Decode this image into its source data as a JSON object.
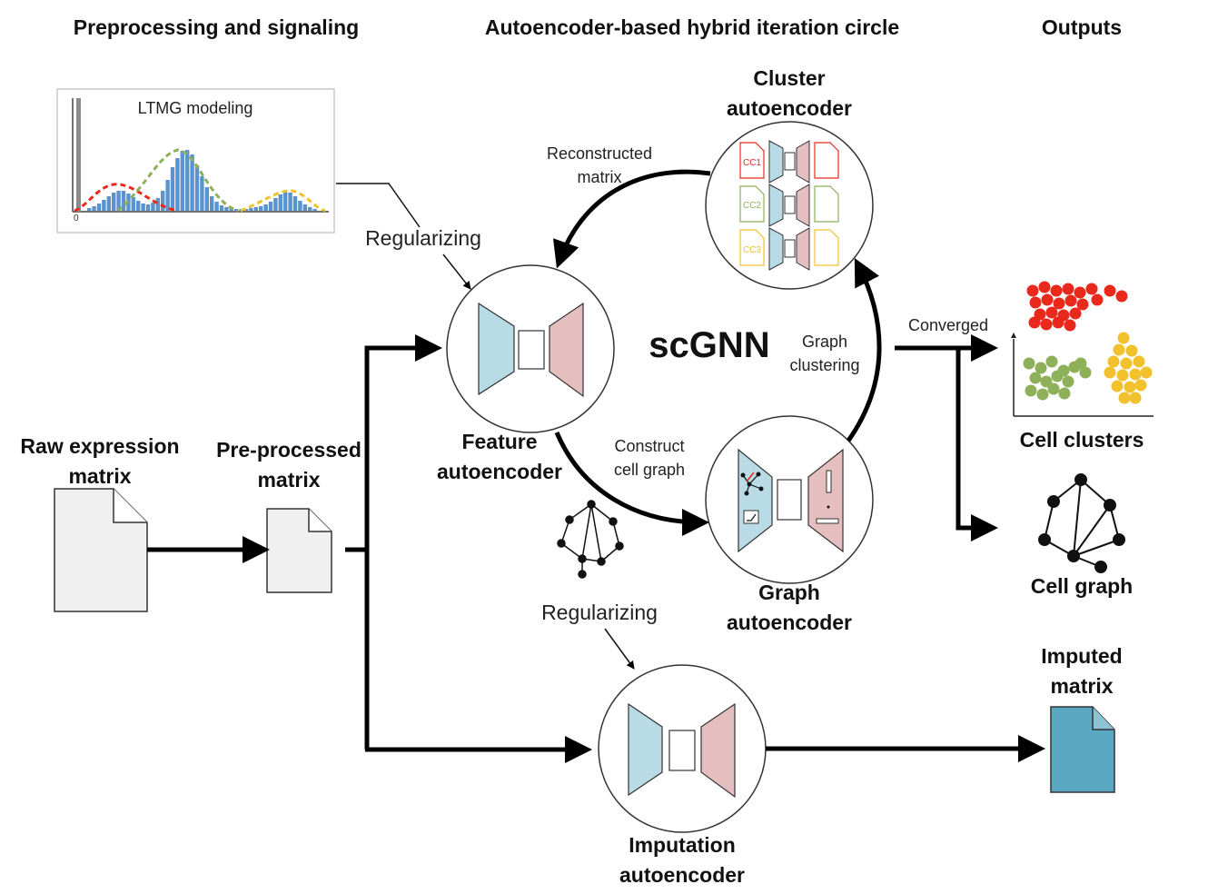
{
  "headers": {
    "preprocessing": "Preprocessing and signaling",
    "iteration": "Autoencoder-based hybrid iteration circle",
    "outputs": "Outputs"
  },
  "ltmg": {
    "title": "LTMG modeling",
    "zero": "0"
  },
  "inputs": {
    "raw": [
      "Raw expression",
      "matrix"
    ],
    "preprocessed": [
      "Pre-processed",
      "matrix"
    ]
  },
  "regularizing_top": "Regularizing",
  "regularizing_bottom": "Regularizing",
  "center_title": "scGNN",
  "feature_ae": [
    "Feature",
    "autoencoder"
  ],
  "cluster_ae": [
    "Cluster",
    "autoencoder"
  ],
  "graph_ae": [
    "Graph",
    "autoencoder"
  ],
  "imputation_ae": [
    "Imputation",
    "autoencoder"
  ],
  "edges": {
    "reconstructed": [
      "Reconstructed",
      "matrix"
    ],
    "construct": [
      "Construct",
      "cell graph"
    ],
    "graph_clustering": [
      "Graph",
      "clustering"
    ],
    "converged": "Converged"
  },
  "cluster_tags": [
    "CC1",
    "CC2",
    "CC3"
  ],
  "outputs": {
    "clusters": "Cell clusters",
    "graph": "Cell graph",
    "imputed": [
      "Imputed",
      "matrix"
    ]
  },
  "colors": {
    "encoder": "#b8dbe6",
    "decoder": "#e5bfbf",
    "imputed_doc": "#5ba8c2",
    "doc": "#f0f0f0",
    "red": "#e8291c",
    "green": "#8db059",
    "yellow": "#f2c12e",
    "bar": "#5b93cf"
  }
}
